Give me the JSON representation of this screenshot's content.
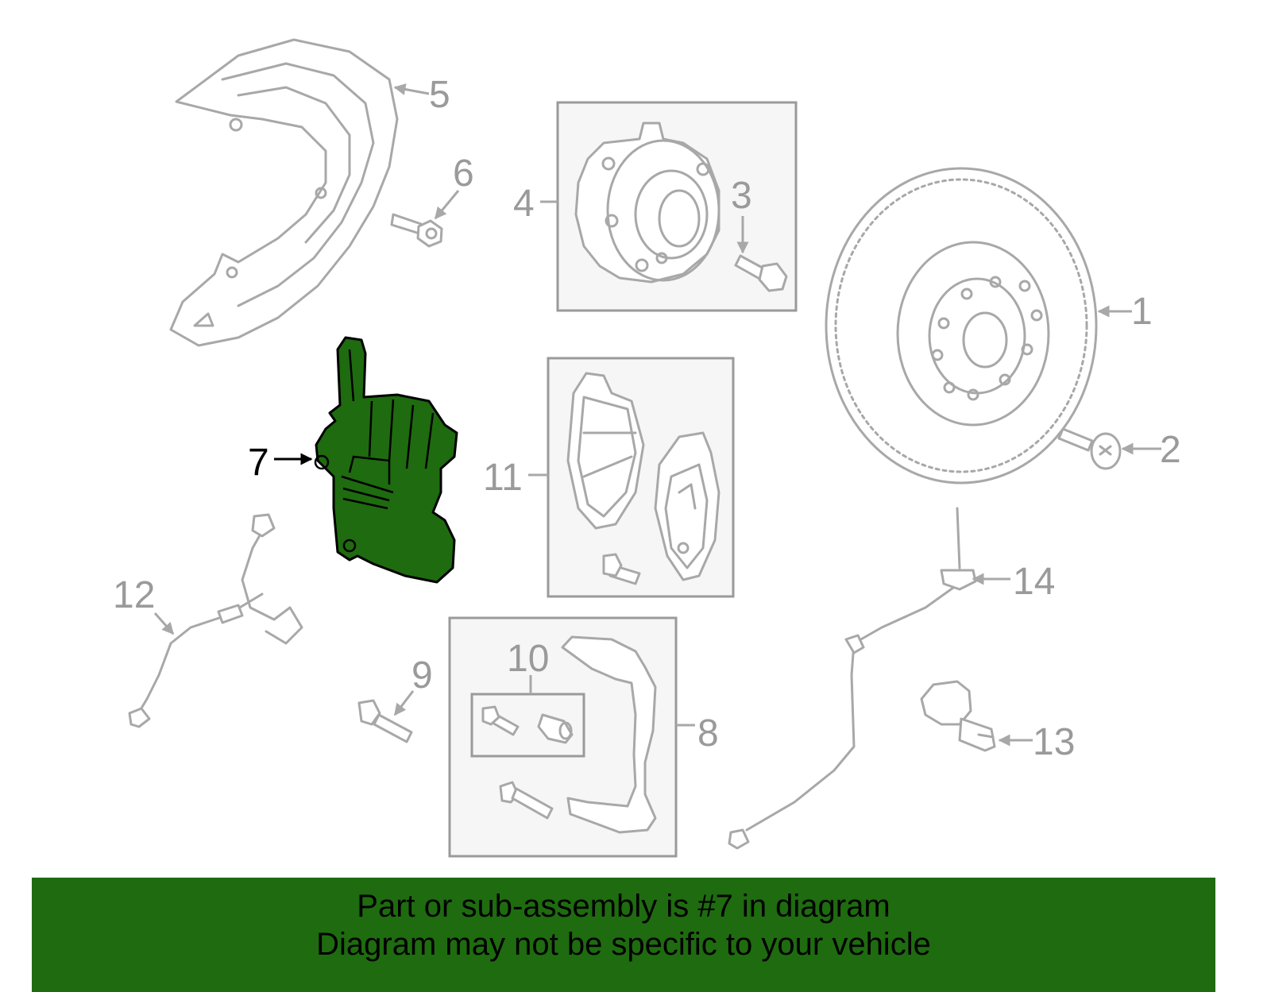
{
  "callouts": {
    "c1": "1",
    "c2": "2",
    "c3": "3",
    "c4": "4",
    "c5": "5",
    "c6": "6",
    "c7": "7",
    "c8": "8",
    "c9": "9",
    "c10": "10",
    "c11": "11",
    "c12": "12",
    "c13": "13",
    "c14": "14"
  },
  "highlighted_part": "7",
  "colors": {
    "highlight": "#1f6b10",
    "part_outline": "#a8a8a8",
    "box_fill": "#f6f6f6",
    "banner": "#1f6b10"
  },
  "banner": {
    "line1": "Part or sub-assembly is #7 in diagram",
    "line2": "Diagram may not be specific to your vehicle"
  }
}
